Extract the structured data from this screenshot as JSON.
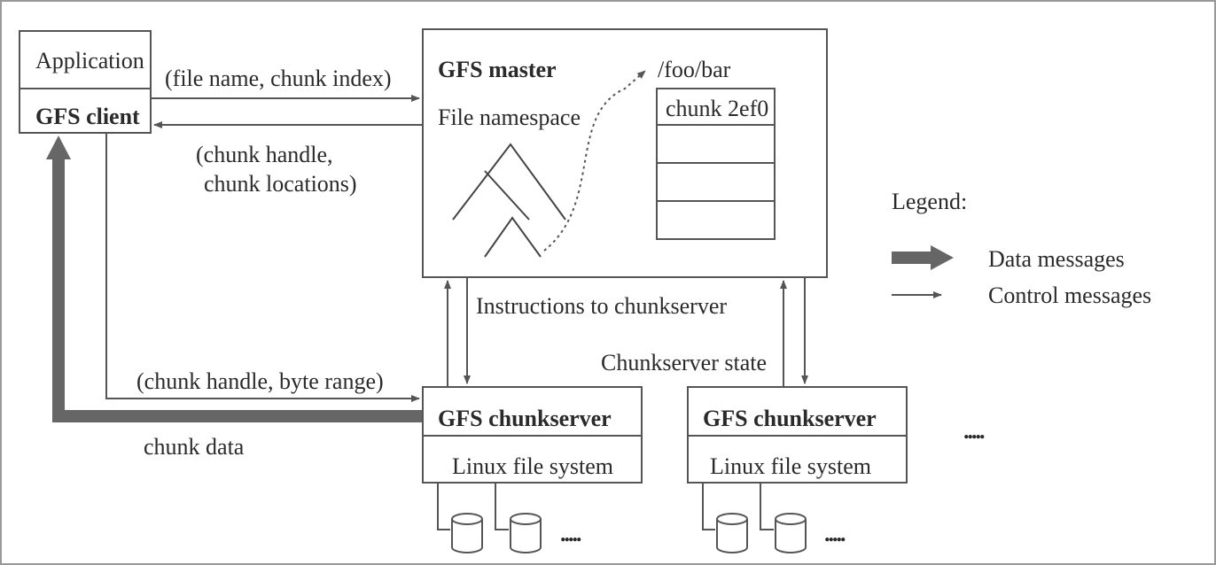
{
  "application": "Application",
  "client": "GFS client",
  "master_title": "GFS master",
  "namespace": "File namespace",
  "path": "/foo/bar",
  "chunk_label": "chunk 2ef0",
  "request": "(file name, chunk index)",
  "reply_line1": "(chunk handle,",
  "reply_line2": "chunk locations)",
  "instructions": "Instructions to chunkserver",
  "state": "Chunkserver state",
  "data_request": "(chunk handle, byte range)",
  "chunk_data": "chunk data",
  "chunkserver1": "GFS chunkserver",
  "fs1": "Linux file system",
  "chunkserver2": "GFS chunkserver",
  "fs2": "Linux file system",
  "more_servers": ".....",
  "more_disks_1": ".....",
  "more_disks_2": ".....",
  "legend": {
    "title": "Legend:",
    "data": "Data messages",
    "control": "Control messages"
  },
  "colors": {
    "line": "#555555",
    "thick": "#666666",
    "text": "#2a2a2a"
  }
}
